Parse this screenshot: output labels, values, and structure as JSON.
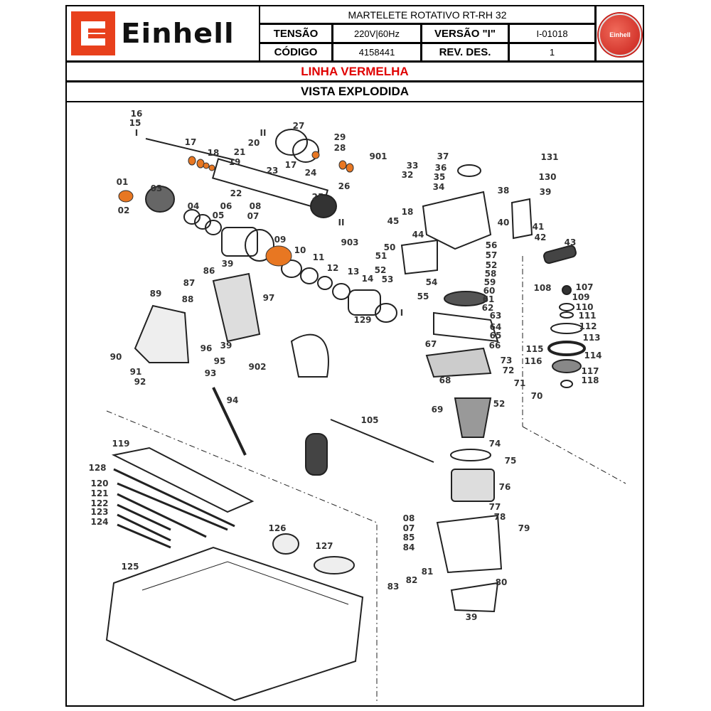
{
  "header": {
    "brand": "Einhell",
    "title": "MARTELETE ROTATIVO RT-RH 32",
    "tensao_label": "TENSÃO",
    "tensao_value": "220V|60Hz",
    "versao_label": "VERSÃO \"I\"",
    "versao_value": "I-01018",
    "codigo_label": "CÓDIGO",
    "codigo_value": "4158441",
    "rev_label": "REV. DES.",
    "rev_value": "1",
    "seal_text": "Einhell"
  },
  "line_title": "LINHA VERMELHA",
  "view_title": "VISTA EXPLODIDA",
  "colors": {
    "brand": "#e8401c",
    "line_title": "#e00000",
    "highlight_parts": "#e87722"
  },
  "part_labels": [
    "16",
    "15",
    "I",
    "17",
    "18",
    "19",
    "21",
    "22",
    "23",
    "20",
    "II",
    "27",
    "17",
    "24",
    "29",
    "28",
    "901",
    "26",
    "33",
    "32",
    "25",
    "II",
    "01",
    "02",
    "03",
    "04",
    "05",
    "06",
    "08",
    "07",
    "09",
    "10",
    "11",
    "12",
    "13",
    "14",
    "129",
    "I",
    "18",
    "45",
    "44",
    "903",
    "50",
    "51",
    "52",
    "53",
    "37",
    "36",
    "35",
    "34",
    "131",
    "130",
    "38",
    "39",
    "40",
    "41",
    "42",
    "43",
    "56",
    "57",
    "52",
    "58",
    "59",
    "54",
    "55",
    "60",
    "61",
    "62",
    "63",
    "64",
    "65",
    "66",
    "67",
    "73",
    "72",
    "71",
    "70",
    "68",
    "52",
    "69",
    "107",
    "108",
    "109",
    "110",
    "111",
    "112",
    "113",
    "114",
    "115",
    "116",
    "117",
    "118",
    "87",
    "86",
    "39",
    "89",
    "88",
    "97",
    "96",
    "39",
    "95",
    "90",
    "91",
    "92",
    "93",
    "94",
    "902",
    "105",
    "74",
    "75",
    "76",
    "77",
    "78",
    "79",
    "08",
    "07",
    "85",
    "84",
    "81",
    "82",
    "83",
    "80",
    "39",
    "119",
    "128",
    "120",
    "121",
    "122",
    "123",
    "124",
    "126",
    "127",
    "125"
  ]
}
